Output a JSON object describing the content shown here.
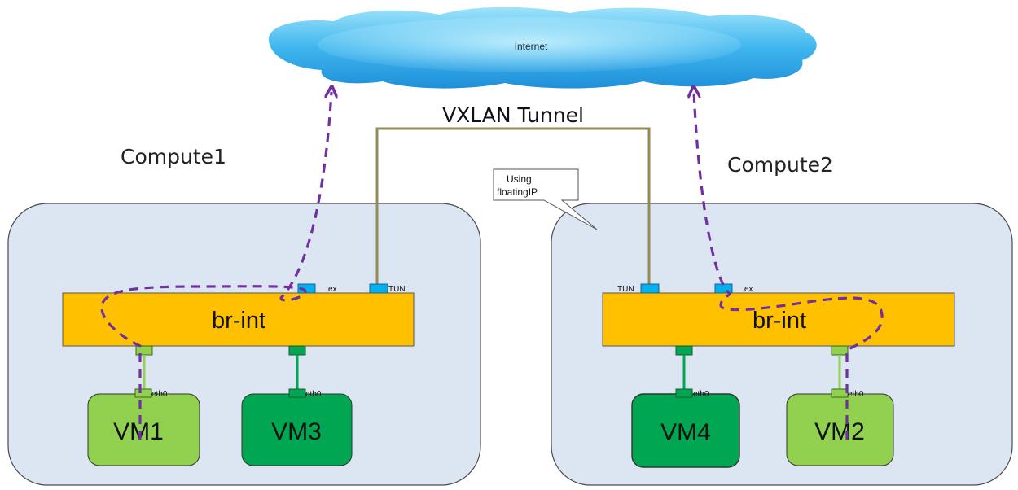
{
  "cloud": {
    "label": "Internet"
  },
  "tunnel": {
    "label": "VXLAN Tunnel"
  },
  "callout": {
    "line1": "Using",
    "line2": "floatingIP"
  },
  "hosts": {
    "compute1": {
      "label": "Compute1",
      "bridge": "br-int",
      "ports": {
        "ex": "ex",
        "tun": "TUN"
      },
      "vms": [
        {
          "label": "VM1",
          "nic": "eth0",
          "style": "light"
        },
        {
          "label": "VM3",
          "nic": "eth0",
          "style": "dark"
        }
      ]
    },
    "compute2": {
      "label": "Compute2",
      "bridge": "br-int",
      "ports": {
        "ex": "ex",
        "tun": "TUN"
      },
      "vms": [
        {
          "label": "VM4",
          "nic": "eth0",
          "style": "dark"
        },
        {
          "label": "VM2",
          "nic": "eth0",
          "style": "light"
        }
      ]
    }
  },
  "colors": {
    "host_fill": "#dce6f2",
    "host_stroke": "#4a4a4a",
    "bridge_fill": "#ffc000",
    "vm_light": "#92d050",
    "vm_dark": "#00a651",
    "port_blue": "#00b0f0",
    "tunnel_line": "#948a54",
    "traffic_path": "#7030a0"
  }
}
